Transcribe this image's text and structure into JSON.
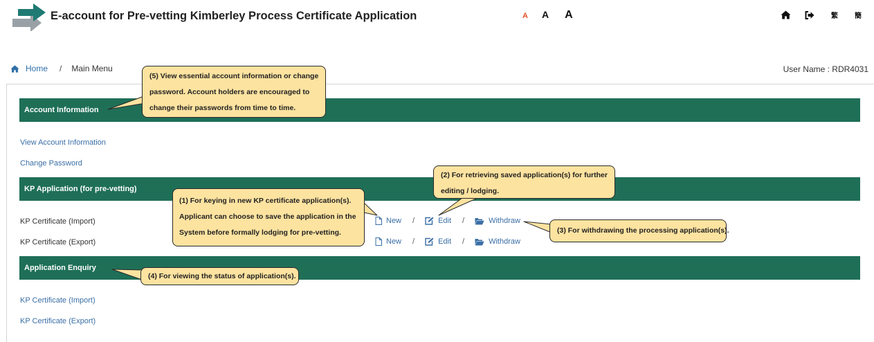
{
  "header": {
    "title": "E-account for Pre-vetting Kimberley Process Certificate Application",
    "font_sizes": [
      "A",
      "A",
      "A"
    ],
    "icons": [
      "home-icon",
      "logout-icon",
      "traditional-chinese-icon",
      "simplified-chinese-icon"
    ],
    "traditional_chinese": "繁",
    "simplified_chinese": "簡"
  },
  "breadcrumb": {
    "home": "Home",
    "separator": "/",
    "current": "Main Menu"
  },
  "user_name": "User Name : RDR4031",
  "sections": {
    "account_info": {
      "title": "Account Information",
      "links": [
        "View Account Information",
        "Change Password"
      ]
    },
    "kp_application": {
      "title": "KP Application (for pre-vetting)",
      "rows": [
        {
          "label": "KP Certificate (Import)",
          "new": "New",
          "edit": "Edit",
          "withdraw": "Withdraw"
        },
        {
          "label": "KP Certificate (Export)",
          "new": "New",
          "edit": "Edit",
          "withdraw": "Withdraw"
        }
      ],
      "separator": "/"
    },
    "application_enquiry": {
      "title": "Application Enquiry",
      "links": [
        "KP Certificate (Import)",
        "KP Certificate (Export)"
      ]
    }
  },
  "callouts": {
    "c1": [
      "(1) For keying in new KP certificate application(s).",
      "Applicant can choose to save the application in the",
      "System before formally lodging for pre-vetting."
    ],
    "c2": [
      "(2) For retrieving saved application(s) for further",
      "editing / lodging."
    ],
    "c3": [
      "(3) For withdrawing the processing application(s)."
    ],
    "c4": [
      "(4) For viewing the status of application(s)."
    ],
    "c5": [
      "(5) View essential account information or change",
      "password. Account holders are encouraged to",
      "change their passwords from time to time."
    ]
  },
  "colors": {
    "section_bar": "#1f6f57",
    "link": "#3a6ea5",
    "callout_bg": "#fde3a0",
    "logo_teal": "#1f7a73",
    "logo_gray": "#9aa1a6",
    "small_font_accent": "#e0522b"
  }
}
